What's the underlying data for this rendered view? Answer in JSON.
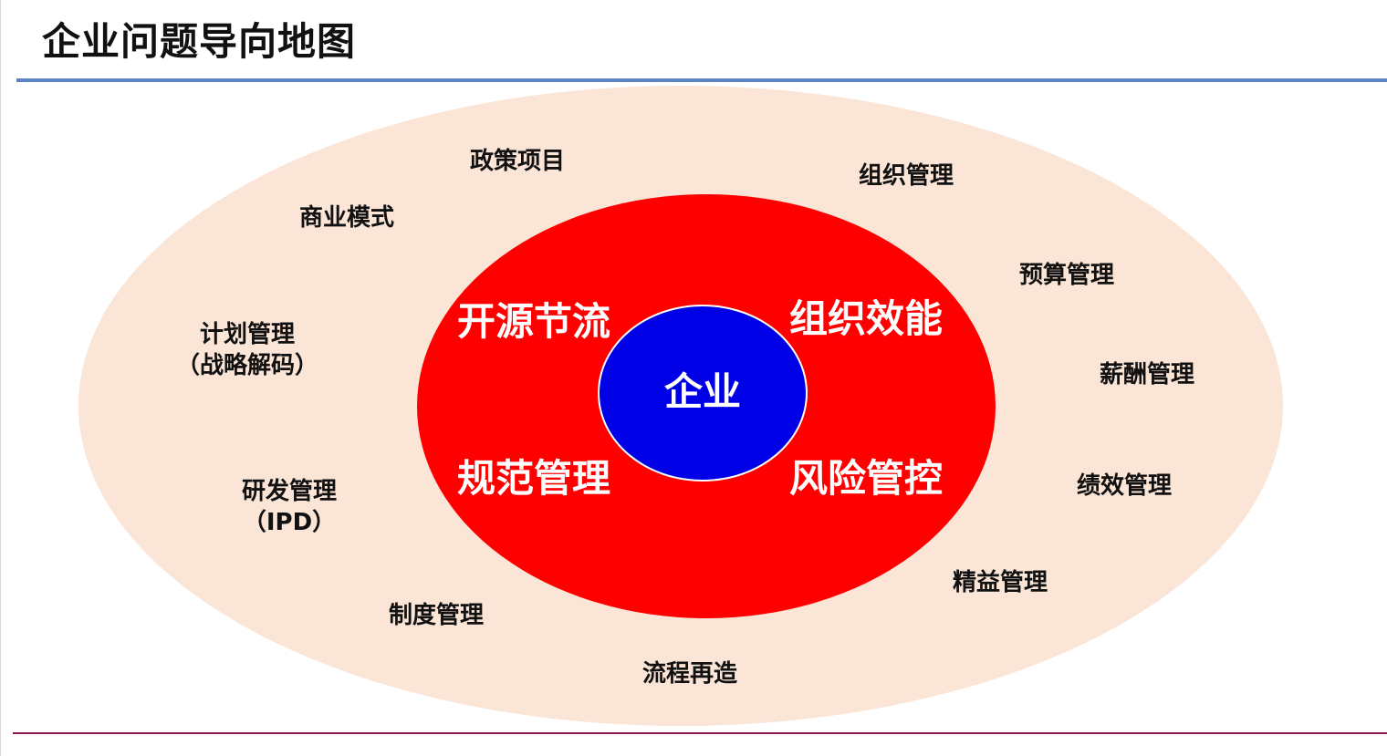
{
  "title": "企业问题导向地图",
  "colors": {
    "title_rule": "#5b84c0",
    "outer_ring": "#fbe5d6",
    "middle_ring": "#ff0000",
    "core": "#0000e6",
    "footer_rule": "#8b1a4a"
  },
  "core": {
    "label": "企业"
  },
  "quadrants": {
    "top_left": "开源节流",
    "top_right": "组织效能",
    "bottom_left": "规范管理",
    "bottom_right": "风险管控"
  },
  "issues": {
    "policy": "政策项目",
    "business_model": "商业模式",
    "planning": [
      "计划管理",
      "（战略解码）"
    ],
    "rd": [
      "研发管理",
      "（IPD）"
    ],
    "system": "制度管理",
    "process": "流程再造",
    "organization": "组织管理",
    "budget": "预算管理",
    "compensation": "薪酬管理",
    "performance": "绩效管理",
    "lean": "精益管理"
  }
}
